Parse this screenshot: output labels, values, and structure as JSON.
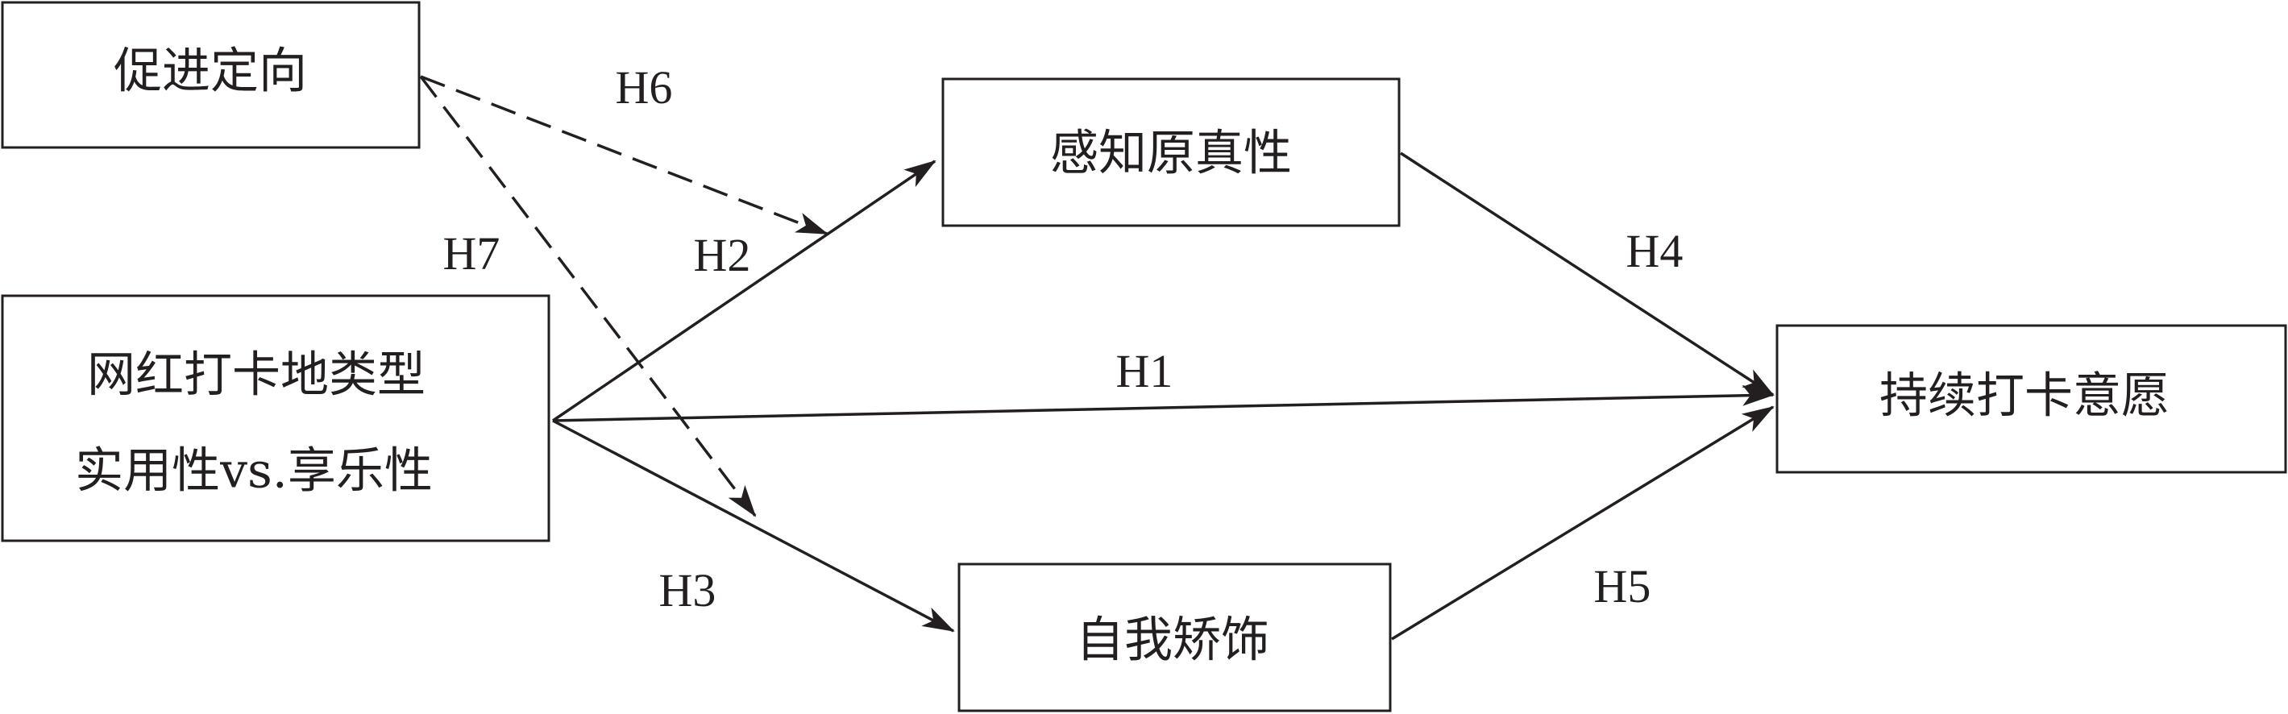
{
  "diagram": {
    "nodes": {
      "promotion_focus": "促进定向",
      "perceived_authenticity": "感知原真性",
      "place_type_line1": "网红打卡地类型",
      "place_type_line2": "实用性vs.享乐性",
      "continuance_intention": "持续打卡意愿",
      "self_presentation": "自我矫饰"
    },
    "edges": {
      "h1": "H1",
      "h2": "H2",
      "h3": "H3",
      "h4": "H4",
      "h5": "H5",
      "h6": "H6",
      "h7": "H7"
    },
    "colors": {
      "line": "#231f20",
      "background": "#ffffff"
    }
  }
}
